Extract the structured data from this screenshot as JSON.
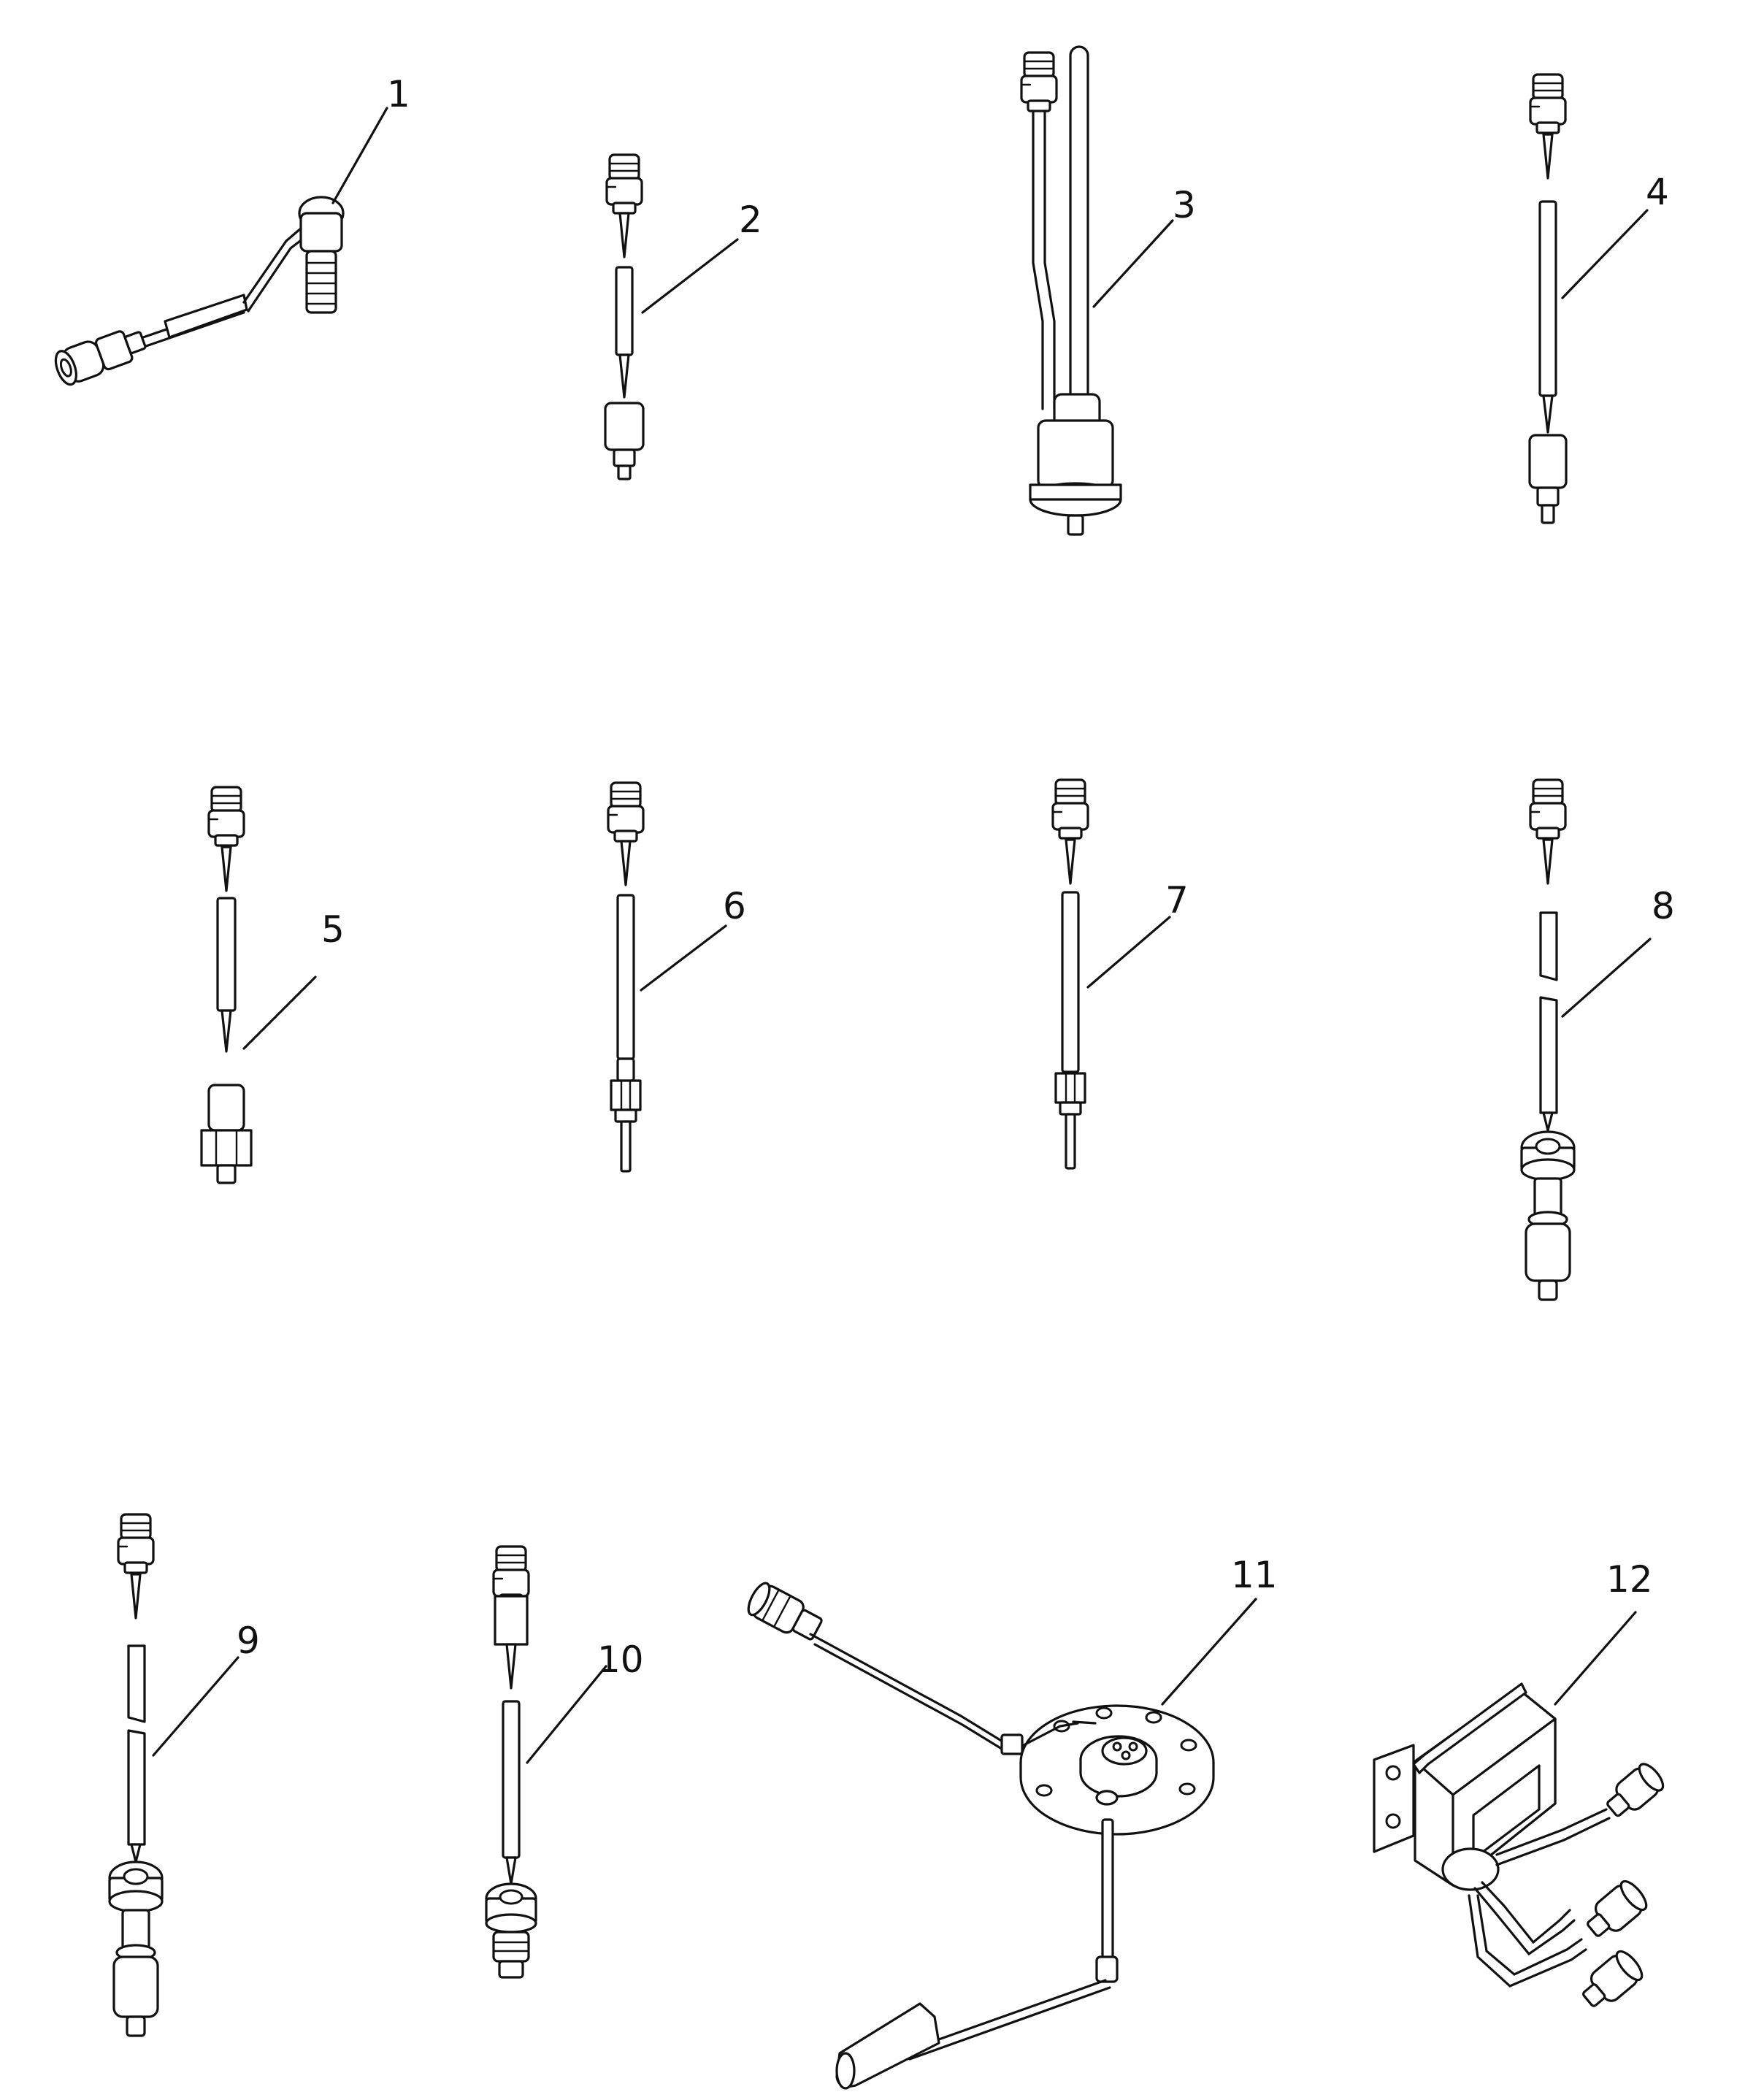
{
  "diagram": {
    "callouts": [
      {
        "id": 1,
        "label": "1"
      },
      {
        "id": 2,
        "label": "2"
      },
      {
        "id": 3,
        "label": "3"
      },
      {
        "id": 4,
        "label": "4"
      },
      {
        "id": 5,
        "label": "5"
      },
      {
        "id": 6,
        "label": "6"
      },
      {
        "id": 7,
        "label": "7"
      },
      {
        "id": 8,
        "label": "8"
      },
      {
        "id": 9,
        "label": "9"
      },
      {
        "id": 10,
        "label": "10"
      },
      {
        "id": 11,
        "label": "11"
      },
      {
        "id": 12,
        "label": "12"
      }
    ]
  }
}
